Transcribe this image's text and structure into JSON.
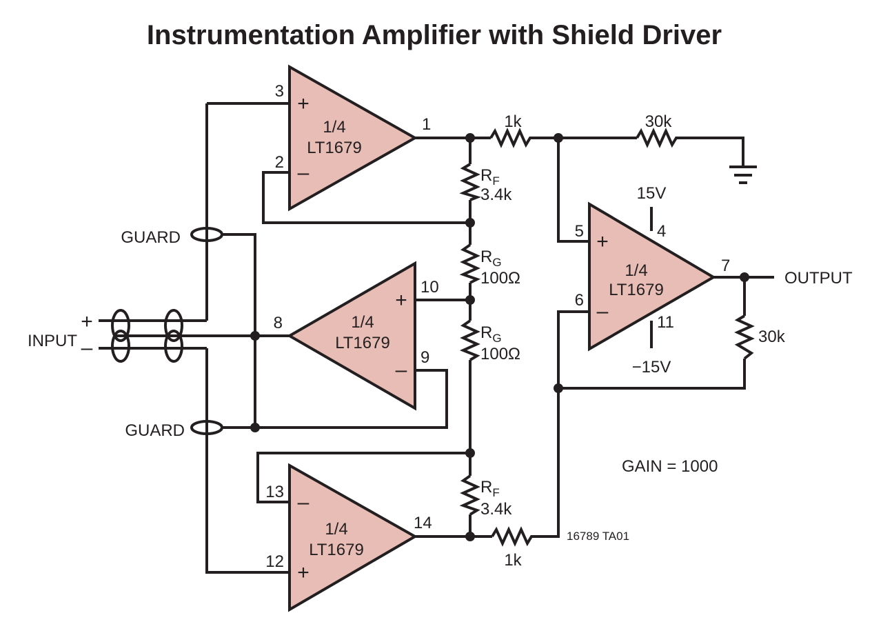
{
  "title": "Instrumentation Amplifier with Shield Driver",
  "amplifiers": {
    "top": {
      "fraction": "1/4",
      "part": "LT1679",
      "plus_pin": "3",
      "minus_pin": "2",
      "output_pin": "1"
    },
    "middle": {
      "fraction": "1/4",
      "part": "LT1679",
      "input_pin": "8",
      "plus_pin": "10",
      "minus_pin": "9"
    },
    "bottom": {
      "fraction": "1/4",
      "part": "LT1679",
      "minus_pin": "13",
      "plus_pin": "12",
      "output_pin": "14"
    },
    "output": {
      "fraction": "1/4",
      "part": "LT1679",
      "plus_pin": "5",
      "minus_pin": "6",
      "output_pin": "7",
      "vplus_pin": "4",
      "vminus_pin": "11",
      "vplus": "15V",
      "vminus": "−15V"
    }
  },
  "resistors": {
    "r1_top": "1k",
    "r30k_top": "30k",
    "rf_top": {
      "letter": "R",
      "sub": "F",
      "value": "3.4k"
    },
    "rg_top": {
      "letter": "R",
      "sub": "G",
      "value": "100Ω"
    },
    "rg_bottom": {
      "letter": "R",
      "sub": "G",
      "value": "100Ω"
    },
    "rf_bottom": {
      "letter": "R",
      "sub": "F",
      "value": "3.4k"
    },
    "r1_bottom": "1k",
    "r30k_feedback": "30k"
  },
  "labels": {
    "guard_top": "GUARD",
    "guard_bottom": "GUARD",
    "input": "INPUT",
    "input_plus": "+",
    "input_minus": "–",
    "output": "OUTPUT",
    "gain": "GAIN = 1000",
    "figure_code": "16789 TA01",
    "plus": "+",
    "minus": "–"
  },
  "colors": {
    "amplifier_fill": "#e7bdb5",
    "ink": "#231f20"
  }
}
